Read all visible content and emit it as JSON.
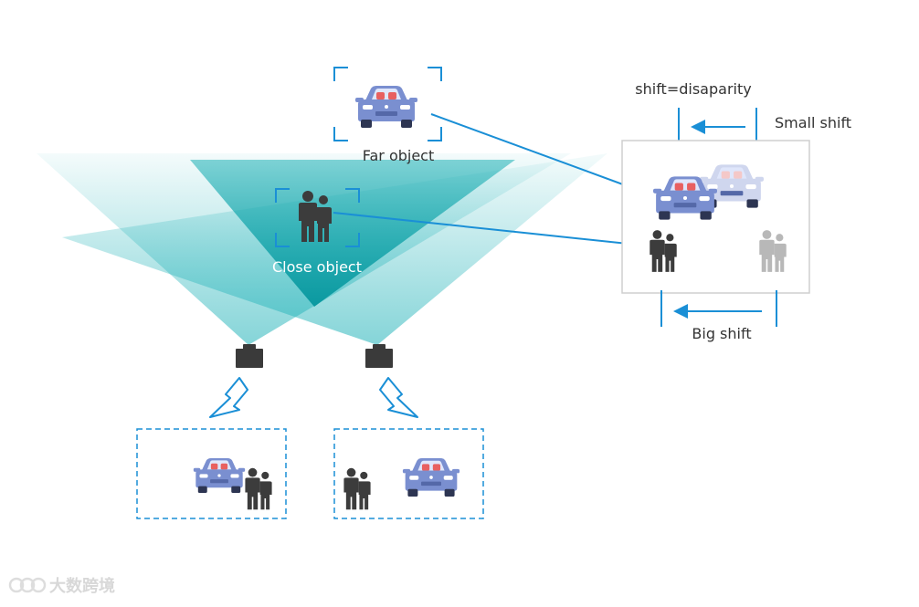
{
  "labels": {
    "far_object": "Far object",
    "close_object": "Close object",
    "shift_eq": "shift=disaparity",
    "small_shift": "Small shift",
    "big_shift": "Big shift"
  },
  "watermark": "大数跨境",
  "colors": {
    "accent": "#1a8fd6",
    "beam": "#20b2b8",
    "car_body": "#7a8fd0",
    "car_seat": "#e86060",
    "people": "#3c3c3c",
    "ghost_people": "#b8b8b8",
    "ghost_car": "#cfd6ee",
    "camera": "#3a3a3a"
  },
  "icons": [
    "car-icon",
    "people-icon",
    "camera-icon",
    "arrow-left-icon",
    "arrow-down-outline-icon"
  ]
}
